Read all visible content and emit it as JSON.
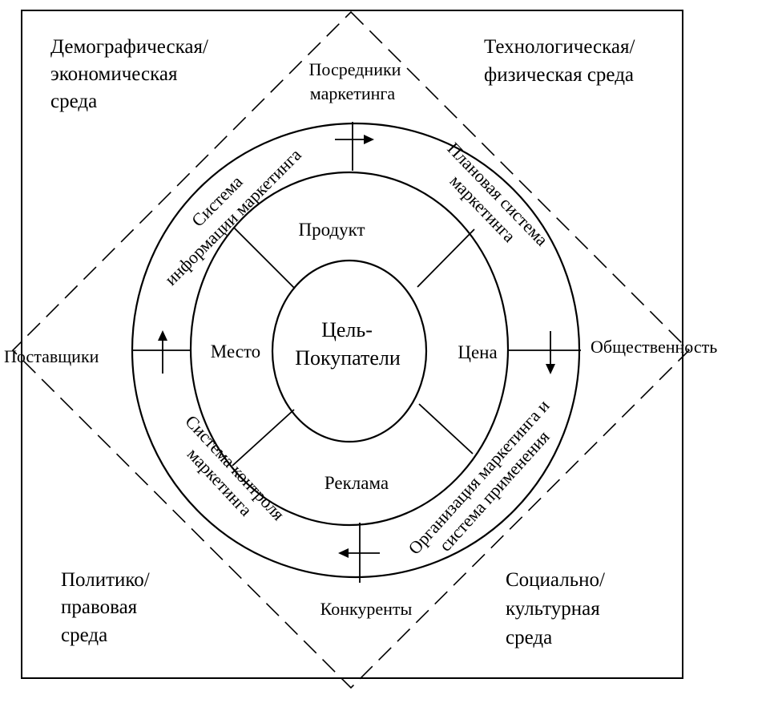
{
  "corners": {
    "top_left": [
      "Демографическая/",
      "экономическая",
      "среда"
    ],
    "top_right": [
      "Технологическая/",
      "физическая среда"
    ],
    "bottom_left": [
      "Политико/",
      "правовая",
      "среда"
    ],
    "bottom_right": [
      "Социально/",
      "культурная",
      "среда"
    ]
  },
  "actors": {
    "top": [
      "Посредники",
      "маркетинга"
    ],
    "left": "Поставщики",
    "right": "Общественность",
    "bottom": "Конкуренты"
  },
  "systems": {
    "info": [
      "Система",
      "информации маркетинга"
    ],
    "planning": [
      "Плановая система",
      "маркетинга"
    ],
    "control": [
      "Система контроля",
      "маркетинга"
    ],
    "organization": [
      "Организация маркетинга и",
      "система применения"
    ]
  },
  "mix": {
    "product": "Продукт",
    "place": "Место",
    "price": "Цена",
    "promotion": "Реклама"
  },
  "core": [
    "Цель-",
    "Покупатели"
  ]
}
